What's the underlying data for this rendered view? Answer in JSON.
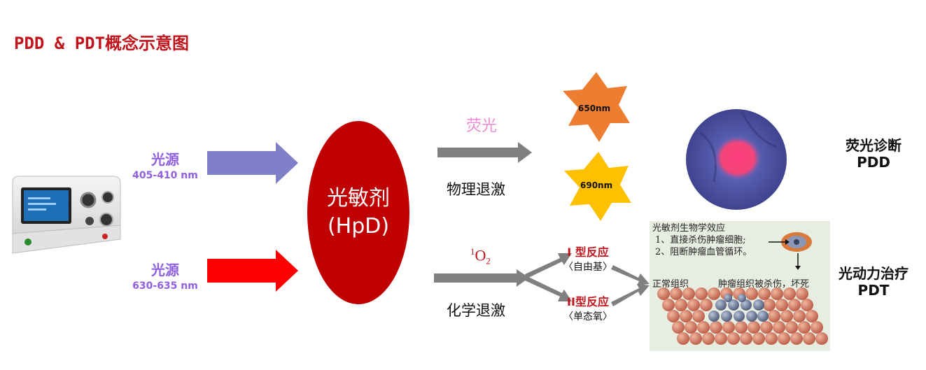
{
  "title": "PDD & PDT概念示意图",
  "sources": [
    {
      "name": "光源",
      "wavelength": "405-410 nm",
      "color": "#7f80c8"
    },
    {
      "name": "光源",
      "wavelength": "630-635 nm",
      "color": "#ff0000"
    }
  ],
  "center": {
    "line1": "光敏剂",
    "line2": "(HpD)",
    "color": "#c00000"
  },
  "upper_path": {
    "label_top": "荧光",
    "label_bottom": "物理退激"
  },
  "lower_path": {
    "label_bottom": "化学退激",
    "oxygen": {
      "sup": "1",
      "base": "O",
      "sub": "2"
    }
  },
  "stars": [
    {
      "label": "650nm",
      "color": "#ed7d31"
    },
    {
      "label": "690nm",
      "color": "#ffc000"
    }
  ],
  "reactions": [
    {
      "title": "I 型反应",
      "subtitle": "〈自由基〉"
    },
    {
      "title": "II型反应",
      "subtitle": "〈单态氧〉"
    }
  ],
  "outcomes": [
    {
      "line1": "荧光诊断",
      "line2": "PDD"
    },
    {
      "line1": "光动力治疗",
      "line2": "PDT"
    }
  ],
  "illustration": {
    "heading": "光敏剂生物学效应",
    "points": [
      "1、直接杀伤肿瘤细胞;",
      "2、阻断肿瘤血管循环。"
    ],
    "normal_label": "正常组织",
    "tumor_label": "肿瘤组织被杀伤，坏死"
  }
}
